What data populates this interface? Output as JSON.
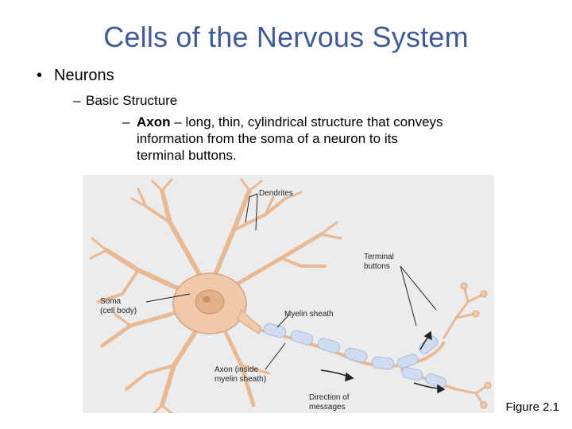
{
  "slide": {
    "title": "Cells of the Nervous System",
    "bullet": {
      "marker": "•",
      "text": "Neurons"
    },
    "sub_bullet": {
      "marker": "–",
      "text": "Basic Structure"
    },
    "sub_sub_bullet": {
      "marker": "–",
      "term": "Axon",
      "definition": "long, thin, cylindrical structure that conveys",
      "definition_cont1": "information from the soma of a neuron to its",
      "definition_cont2": "terminal buttons.",
      "separator": "–"
    },
    "figure": {
      "labels": {
        "dendrites": "Dendrites",
        "terminal_1": "Terminal",
        "terminal_2": "buttons",
        "soma_1": "Soma",
        "soma_2": "(cell body)",
        "myelin": "Myelin sheath",
        "axon_1": "Axon (inside",
        "axon_2": "myelin sheath)",
        "direction_1": "Direction of",
        "direction_2": "messages"
      },
      "caption": "Figure 2.1"
    },
    "colors": {
      "title": "#3f5a9c",
      "neuron": "#f0c9a8",
      "neuron_outline": "#d6a27e",
      "myelin": "#cfdcf0"
    }
  }
}
